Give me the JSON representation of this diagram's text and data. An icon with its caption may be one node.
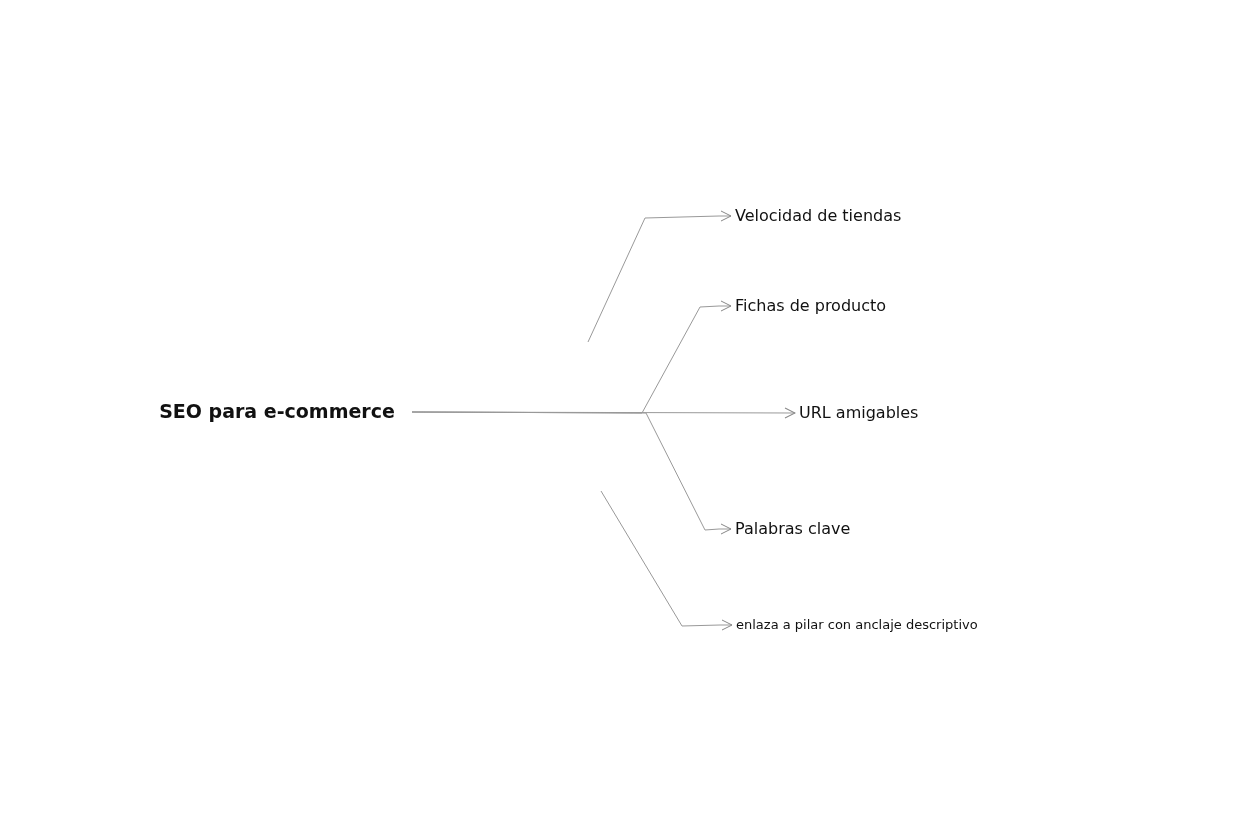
{
  "diagram": {
    "nodes": [
      {
        "text": [
          "SEO para e-commerce"
        ]
      },
      {
        "text": [
          "Velocidad de tiendas"
        ]
      },
      {
        "text": [
          "Fichas de producto"
        ]
      },
      {
        "text": [
          "URL amigables"
        ]
      },
      {
        "text": [
          "Palabras clave"
        ]
      },
      {
        "text": [
          "enlaza a pilar con anclaje descriptivo"
        ]
      }
    ],
    "edges": [
      {
        "from": null,
        "to": 1,
        "arrow": "to"
      },
      {
        "from": 0,
        "to": 2,
        "arrow": "to"
      },
      {
        "from": 0,
        "to": 3,
        "arrow": "to"
      },
      {
        "from": 0,
        "to": 4,
        "arrow": "to"
      },
      {
        "from": null,
        "to": 5,
        "arrow": "to"
      }
    ]
  }
}
